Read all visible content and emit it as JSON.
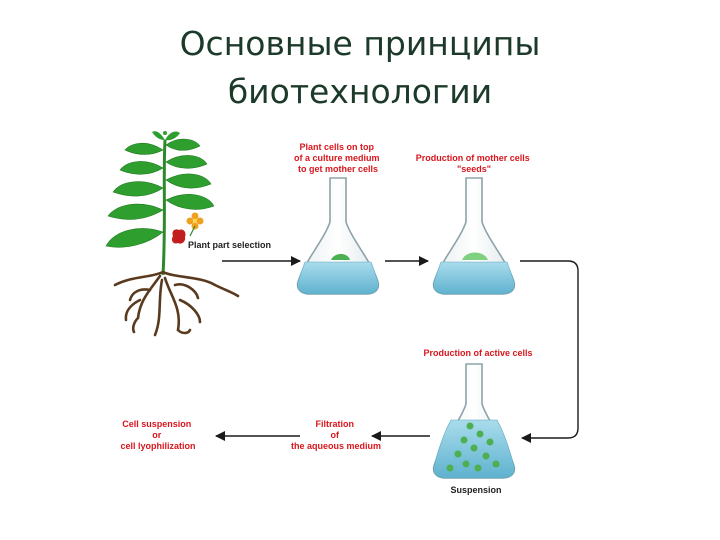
{
  "title": {
    "line1": "Основные принципы",
    "line2": "биотехнологии"
  },
  "labels": {
    "plant_part_selection": "Plant part selection",
    "plant_cells_top": [
      "Plant cells on top",
      "of a culture medium",
      "to get mother cells"
    ],
    "mother_cells": [
      "Production of mother cells",
      "\"seeds\""
    ],
    "active_cells": "Production of active cells",
    "suspension": "Suspension",
    "filtration": [
      "Filtration",
      "of",
      "the aqueous medium"
    ],
    "cell_suspension": [
      "Cell suspension",
      "or",
      "cell lyophilization"
    ]
  },
  "colors": {
    "title": "#1c3a2a",
    "label_red": "#d9161d",
    "label_dark": "#222222",
    "leaf": "#2e9e2e",
    "root": "#5a3a1e",
    "medium": "#7cc4dc",
    "cell_green": "#4caf50",
    "arrow": "#1a1a1a"
  }
}
